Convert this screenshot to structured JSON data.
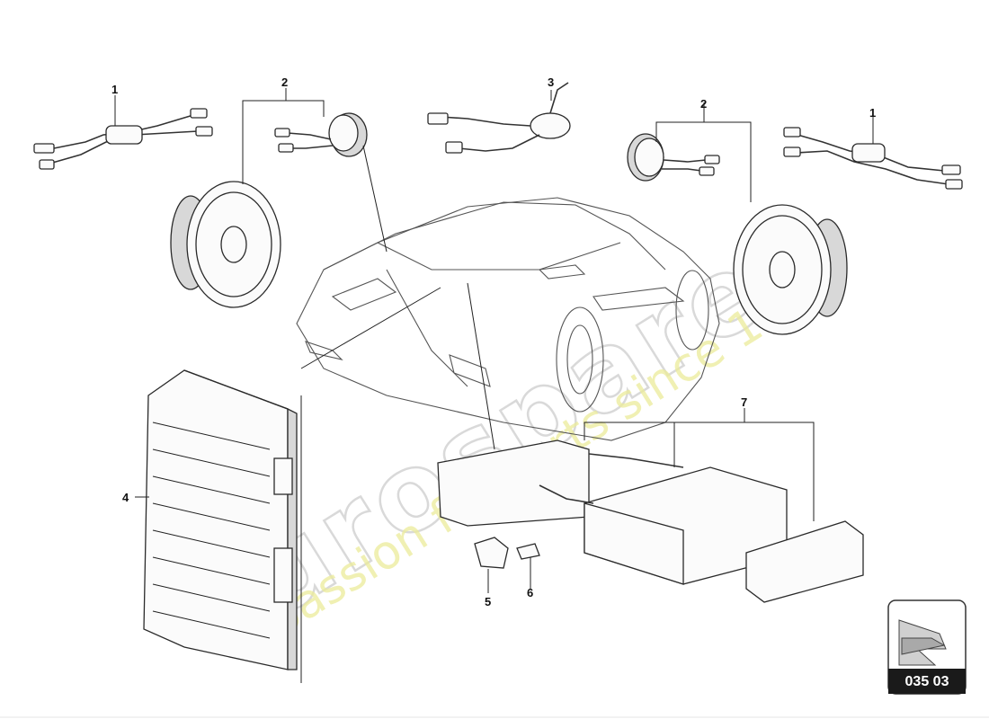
{
  "watermark": {
    "brand": "eurospares",
    "tagline": "a passion for parts since 1985"
  },
  "callouts": [
    {
      "id": "1a",
      "text": "1"
    },
    {
      "id": "2a",
      "text": "2"
    },
    {
      "id": "3",
      "text": "3"
    },
    {
      "id": "2b",
      "text": "2"
    },
    {
      "id": "1b",
      "text": "1"
    },
    {
      "id": "4",
      "text": "4"
    },
    {
      "id": "5",
      "text": "5"
    },
    {
      "id": "6",
      "text": "6"
    },
    {
      "id": "7",
      "text": "7"
    }
  ],
  "reference_box": {
    "icon": "arrow-icon",
    "label": "035 03"
  }
}
